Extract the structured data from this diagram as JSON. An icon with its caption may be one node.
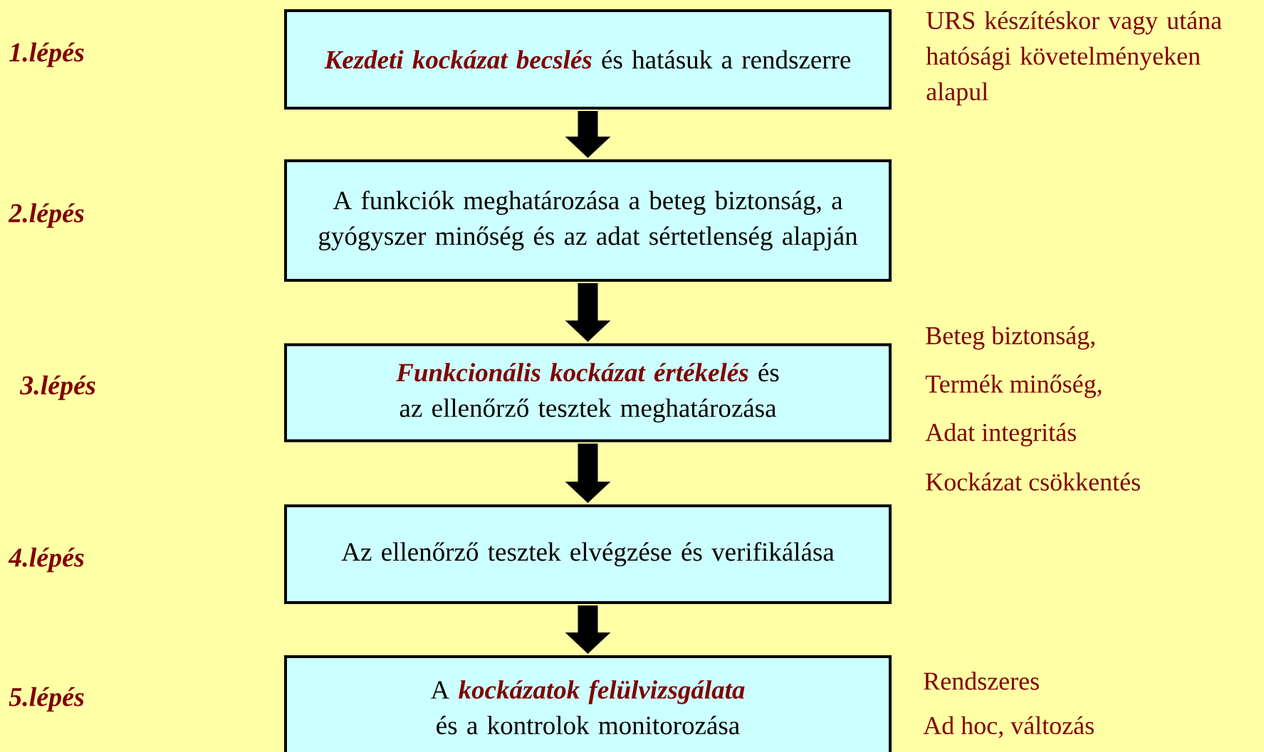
{
  "diagram": {
    "nodes": [
      {
        "text": [
          "**Kezdeti kockázat becslés** és hatásuk a rendszerre"
        ],
        "beside": [
          "URS készítéskor vagy utána hatósági követelményeken alapul"
        ]
      },
      {
        "text": [
          "A funkciók meghatározása a beteg biztonság, a gyógyszer minőség és az adat sértetlenség  alapján"
        ]
      },
      {
        "text": [
          "**Funkcionális kockázat értékelés** és az ellenőrző tesztek meghatározása"
        ],
        "beside": [
          "Beteg biztonság,",
          "Termék minőség,",
          "Adat integritás",
          "Kockázat csökkentés"
        ]
      },
      {
        "text": [
          "Az ellenőrző tesztek elvégzése és verifikálása"
        ]
      },
      {
        "text": [
          "A **kockázatok felülvizsgálata** és a kontrolok monitorozása"
        ],
        "beside": [
          "Rendszeres",
          "Ad hoc, változás"
        ]
      }
    ],
    "edges": [
      {
        "from": 0,
        "to": 1,
        "arrow": "to"
      },
      {
        "from": 1,
        "to": 2,
        "arrow": "to"
      },
      {
        "from": 2,
        "to": 3,
        "arrow": "to"
      },
      {
        "from": 3,
        "to": 4,
        "arrow": "to"
      }
    ],
    "labels": [
      "1.lépés",
      "2.lépés",
      "3.lépés",
      "4.lépés",
      "5.lépés"
    ]
  }
}
